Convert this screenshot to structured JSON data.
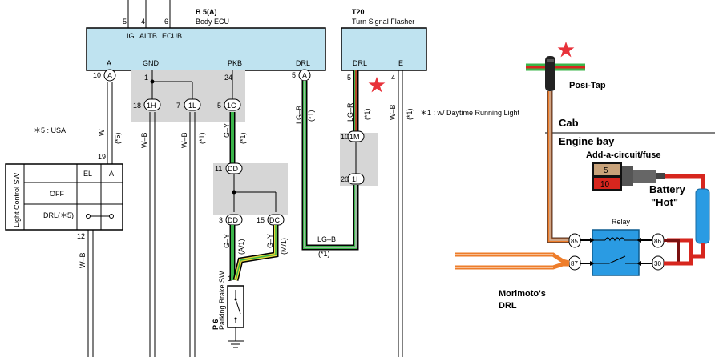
{
  "ecu": {
    "code": "B 5(A)",
    "name": "Body ECU",
    "top_pins": [
      "5",
      "4",
      "6"
    ],
    "top_labels": [
      "IG",
      "ALTB",
      "ECUB"
    ],
    "bottom_labels": [
      "A",
      "GND",
      "PKB",
      "DRL"
    ],
    "pin_numbers": [
      "10",
      "1",
      "24",
      "5"
    ],
    "pin_letters": [
      "A",
      "A"
    ]
  },
  "flasher": {
    "code": "T20",
    "name": "Turn Signal Flasher",
    "labels": [
      "DRL",
      "E"
    ],
    "pin_numbers": [
      "5",
      "4"
    ]
  },
  "connectors": {
    "left_row": [
      {
        "num": "18",
        "code": "1H"
      },
      {
        "num": "7",
        "code": "1L"
      },
      {
        "num": "5",
        "code": "1C"
      }
    ],
    "flasher_col": [
      {
        "num": "10",
        "code": "1M"
      },
      {
        "num": "20",
        "code": "1I"
      }
    ],
    "dd_top": {
      "num": "11",
      "code": "DD"
    },
    "dd_bottom": [
      {
        "num": "3",
        "code": "DD"
      },
      {
        "num": "15",
        "code": "DC"
      }
    ]
  },
  "wires": {
    "w": "W",
    "wb": "W–B",
    "gy": "G–Y",
    "lgb": "LG–B",
    "lgr": "LG–R",
    "ay": "(A/1)",
    "my": "(M/1)",
    "star5": "(*5)",
    "star1": "(*1)",
    "pin19": "19",
    "pin12": "12",
    "pin1": "1"
  },
  "notes": {
    "usa": "＊5 : USA",
    "drl": "＊1 : w/ Daytime Running Light"
  },
  "light_switch": {
    "title": "Light Control SW",
    "cols": [
      "EL",
      "A"
    ],
    "rows": [
      "OFF",
      "DRL(＊5)"
    ]
  },
  "parking_brake": {
    "code": "P 6",
    "name": "Parking Brake SW"
  },
  "mod": {
    "posi_tap": "Posi-Tap",
    "cab": "Cab",
    "engine_bay": "Engine bay",
    "add_circuit": "Add-a-circuit/fuse",
    "fuse_top": "5",
    "fuse_bottom": "10",
    "battery_line1": "Battery",
    "battery_line2": "\"Hot\"",
    "relay": "Relay",
    "relay_pins": [
      "85",
      "87",
      "86",
      "30"
    ],
    "drl_line1": "Morimoto's",
    "drl_line2": "DRL"
  },
  "colors": {
    "ecu_fill": "#bfe3f0",
    "gray_box": "#d6d6d6",
    "green": "#3bb54a",
    "yellow": "#e8d83a",
    "orange": "#ee7d2a",
    "red": "#d7261e",
    "relay_blue": "#2a9be3",
    "star": "#e8323a"
  }
}
